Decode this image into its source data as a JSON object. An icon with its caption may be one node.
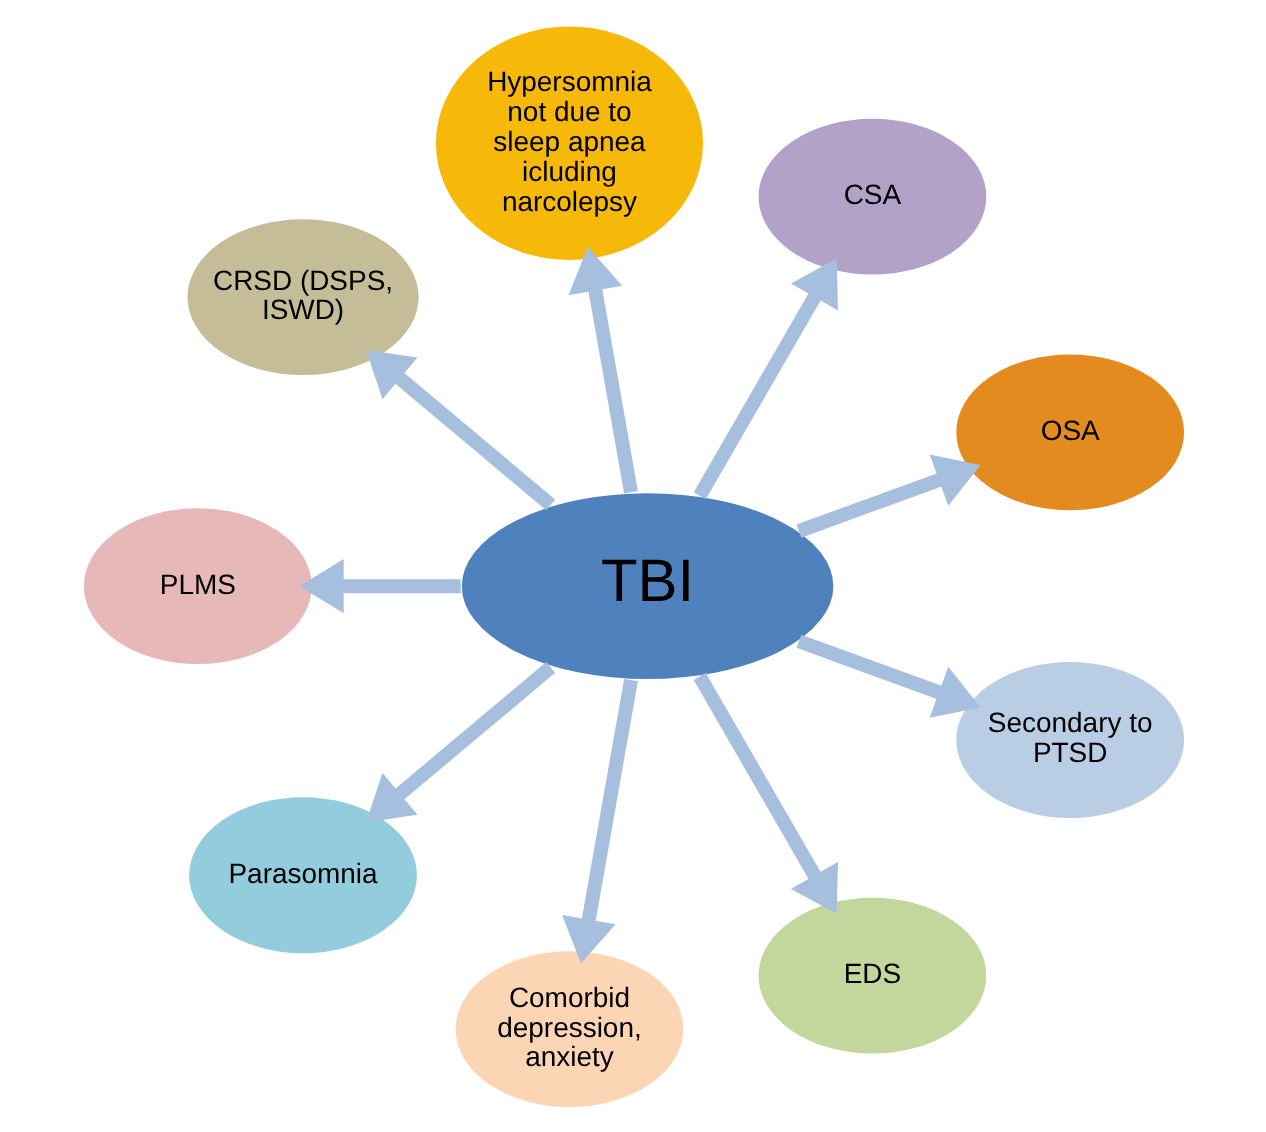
{
  "diagram": {
    "nodes": [
      {
        "text": [
          "TBI"
        ]
      },
      {
        "text": [
          "OSA"
        ]
      },
      {
        "text": [
          "CSA"
        ]
      },
      {
        "text": [
          "Hypersomnia not due to sleep apnea icluding narcolepsy"
        ]
      },
      {
        "text": [
          "CRSD (DSPS, ISWD)"
        ]
      },
      {
        "text": [
          "PLMS"
        ]
      },
      {
        "text": [
          "Parasomnia"
        ]
      },
      {
        "text": [
          "Comorbid depression, anxiety"
        ]
      },
      {
        "text": [
          "EDS"
        ]
      },
      {
        "text": [
          "Secondary to PTSD"
        ]
      }
    ],
    "edges": [
      {
        "from": 0,
        "to": 1,
        "arrow": "to"
      },
      {
        "from": 0,
        "to": 2,
        "arrow": "to"
      },
      {
        "from": 0,
        "to": 3,
        "arrow": "to"
      },
      {
        "from": 0,
        "to": 4,
        "arrow": "to"
      },
      {
        "from": 0,
        "to": 5,
        "arrow": "to"
      },
      {
        "from": 0,
        "to": 6,
        "arrow": "to"
      },
      {
        "from": 0,
        "to": 7,
        "arrow": "to"
      },
      {
        "from": 0,
        "to": 8,
        "arrow": "to"
      },
      {
        "from": 0,
        "to": 9,
        "arrow": "to"
      }
    ]
  }
}
